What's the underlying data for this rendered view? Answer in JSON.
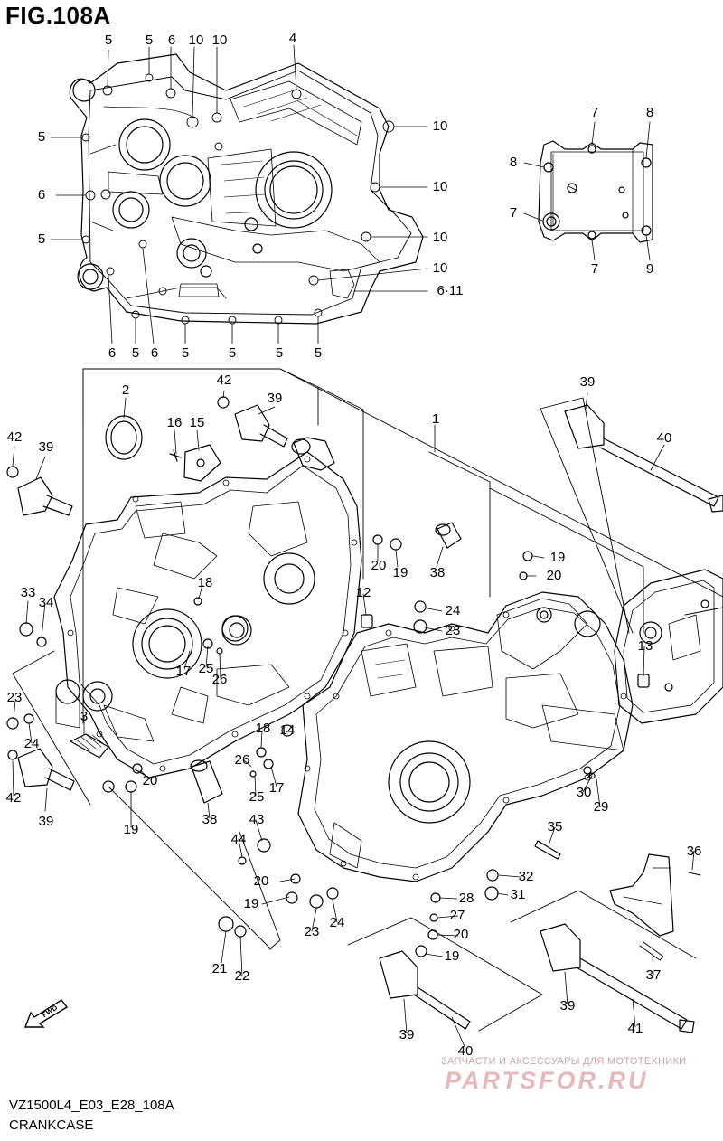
{
  "figure": {
    "title": "FIG.108A",
    "code": "VZ1500L4_E03_E28_108A",
    "caption": "CRANKCASE"
  },
  "watermark": {
    "tagline": "ЗАПЧАСТИ И АКСЕССУАРЫ ДЛЯ МОТОТЕХНИКИ",
    "logo": "PARTSFOR.RU"
  },
  "fwd_label": "FWD",
  "top_view_labels": [
    "5",
    "5",
    "6",
    "10",
    "10",
    "4",
    "5",
    "10",
    "6",
    "8",
    "7",
    "8",
    "10",
    "5",
    "7",
    "10",
    "10",
    "6·11",
    "9",
    "7",
    "6",
    "5",
    "6",
    "5",
    "5",
    "5",
    "5"
  ],
  "main_labels": [
    "2",
    "42",
    "39",
    "1",
    "39",
    "16",
    "15",
    "42",
    "39",
    "40",
    "20",
    "19",
    "19",
    "38",
    "20",
    "33",
    "34",
    "18",
    "12",
    "24",
    "23",
    "13",
    "17",
    "25",
    "26",
    "23",
    "24",
    "3",
    "18",
    "14",
    "26",
    "17",
    "25",
    "42",
    "20",
    "39",
    "30",
    "29",
    "19",
    "38",
    "43",
    "44",
    "35",
    "36",
    "20",
    "32",
    "19",
    "28",
    "31",
    "23",
    "24",
    "27",
    "20",
    "21",
    "22",
    "19",
    "37",
    "39",
    "39",
    "41",
    "40"
  ],
  "colors": {
    "line": "#000000",
    "watermark_text": "#c9a3a3",
    "watermark_logo": "#e8b8b8",
    "background": "#ffffff"
  }
}
